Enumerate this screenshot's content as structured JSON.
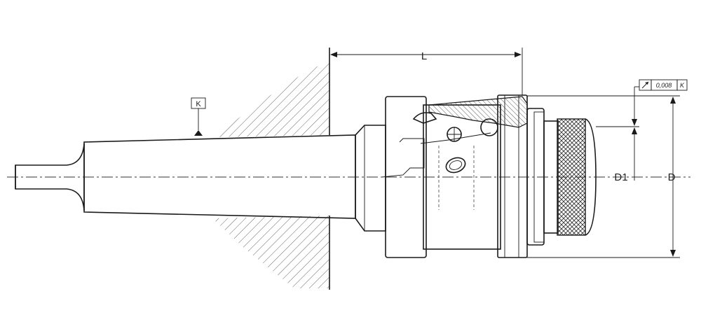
{
  "labels": {
    "length": "L",
    "inner_diameter": "D1",
    "outer_diameter": "D",
    "datum": "K",
    "runout_tolerance": "0,008",
    "runout_datum": "K"
  },
  "icons": {
    "runout_symbol": "runout-arrow-icon"
  }
}
